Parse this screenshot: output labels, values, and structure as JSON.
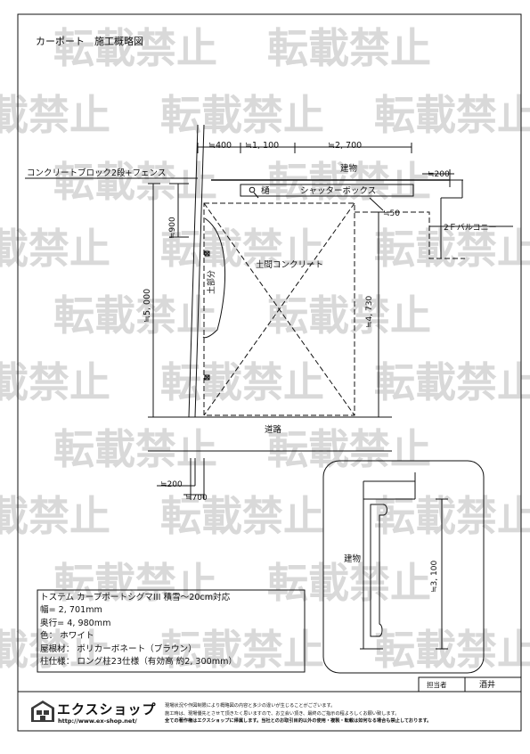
{
  "header": {
    "title": "カーポート　施工概略図"
  },
  "watermark": {
    "text": "転載禁止",
    "color": "#d9d9d9"
  },
  "plan": {
    "dim_400": "≒400",
    "dim_1100": "≒1, 100",
    "dim_2700": "≒2, 700",
    "dim_200_top": "≒200",
    "dim_900": "≒900",
    "dim_5000": "≒5, 000",
    "dim_50": "≒50",
    "dim_4730": "≒4, 730",
    "dim_200_bottom": "≒200",
    "dim_700": "≒700",
    "label_block_fence": "コンクリートブロック2段+フェンス",
    "label_building": "建物",
    "label_gutter": "樋",
    "label_shutter_box": "シャッターボックス",
    "label_balcony": "2Ｆバルコニー",
    "label_soil": "土間コンクリート",
    "label_dirt": "土部分",
    "label_road": "道路"
  },
  "elevation": {
    "label_building": "建物",
    "dim_3100": "≒3, 100"
  },
  "spec": {
    "product": "トステム カーブポートシグマIII 積雪～20cm対応",
    "width": "幅= 2, 701mm",
    "depth": "奥行= 4, 980mm",
    "color": "色：  ホワイト",
    "roof": "屋根材：  ポリカーボネート（ブラウン）",
    "post": "柱仕様：  ロング柱23仕様（有効高 約2, 300mm）"
  },
  "staff": {
    "label": "担当者",
    "name": "酒井"
  },
  "company": {
    "name": "エクスショップ",
    "url": "http://www.ex-shop.net/"
  },
  "notes": {
    "line1": "現場状況や作図制限により概略図の内容と多少の違いが生じることがございます。",
    "line2": "施工時は、現場優先とさせて頂きたく思いますので、お立会い頂き、最終のご指示の程よろしくお願い致します。",
    "line3": "全ての著作権はエクスショップに帰属します。当社とのお取引目的以外の使用・複製・転載は如何なる場合も禁止しております。"
  }
}
